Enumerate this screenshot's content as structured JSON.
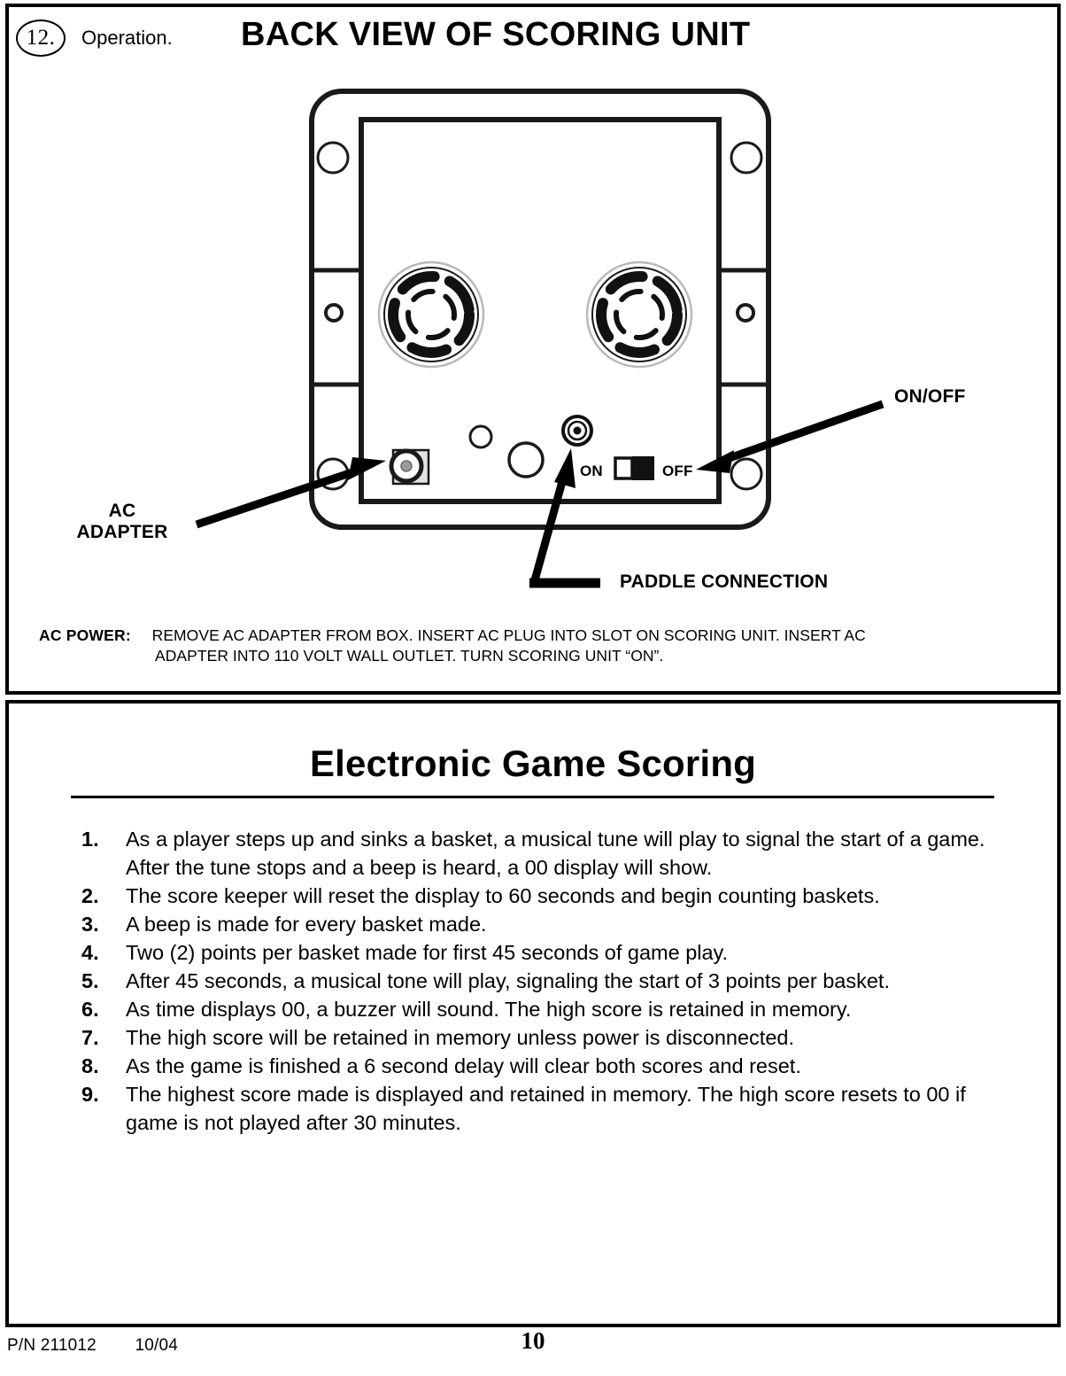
{
  "header": {
    "step_number": "12.",
    "step_word": "Operation.",
    "title": "BACK VIEW OF SCORING UNIT"
  },
  "diagram": {
    "callouts": {
      "on_off": "ON/OFF",
      "ac_adapter": "AC\nADAPTER",
      "paddle_connection": "PADDLE CONNECTION"
    },
    "switch": {
      "on_label": "ON",
      "off_label": "OFF",
      "position": "ON"
    },
    "parts": [
      "speaker-grille-left",
      "speaker-grille-right",
      "ac-adapter-jack",
      "paddle-connection-jack",
      "power-switch",
      "mounting-hole"
    ],
    "colors": {
      "outline": "#1a1a1a",
      "jack_fill": "#e3e3e3",
      "jack_center": "#9a9a9a"
    }
  },
  "ac_power": {
    "label": "AC POWER:",
    "line1": "REMOVE AC ADAPTER FROM BOX. INSERT AC PLUG INTO SLOT ON SCORING UNIT.  INSERT AC",
    "line2": "ADAPTER INTO 110 VOLT WALL OUTLET.  TURN SCORING UNIT “ON”."
  },
  "scoring_section": {
    "title": "Electronic Game Scoring",
    "steps": [
      {
        "num": "1.",
        "text": "As a player steps up and sinks a basket, a musical tune will play to signal the start of a game.  After the tune stops and a beep is heard, a 00 display will show."
      },
      {
        "num": "2.",
        "text": "The score keeper will reset the display to 60 seconds and begin counting baskets."
      },
      {
        "num": "3.",
        "text": "A beep is made for every basket made."
      },
      {
        "num": "4.",
        "text": "Two (2) points per basket made for first 45 seconds of game play."
      },
      {
        "num": "5.",
        "text": "After 45 seconds, a musical tone will play, signaling the start of 3 points per basket."
      },
      {
        "num": "6.",
        "text": "As time displays 00, a buzzer will sound.  The high score is retained in memory."
      },
      {
        "num": "7.",
        "text": "The high score will be retained in memory unless power is disconnected."
      },
      {
        "num": "8.",
        "text": "As the game is finished a 6 second delay will clear both scores and reset."
      },
      {
        "num": "9.",
        "text": "The highest score made is displayed and retained in memory. The high score resets to 00 if game is not played after 30 minutes."
      }
    ]
  },
  "footer": {
    "part_number": "P/N 211012",
    "date": "10/04",
    "page_number": "10"
  }
}
